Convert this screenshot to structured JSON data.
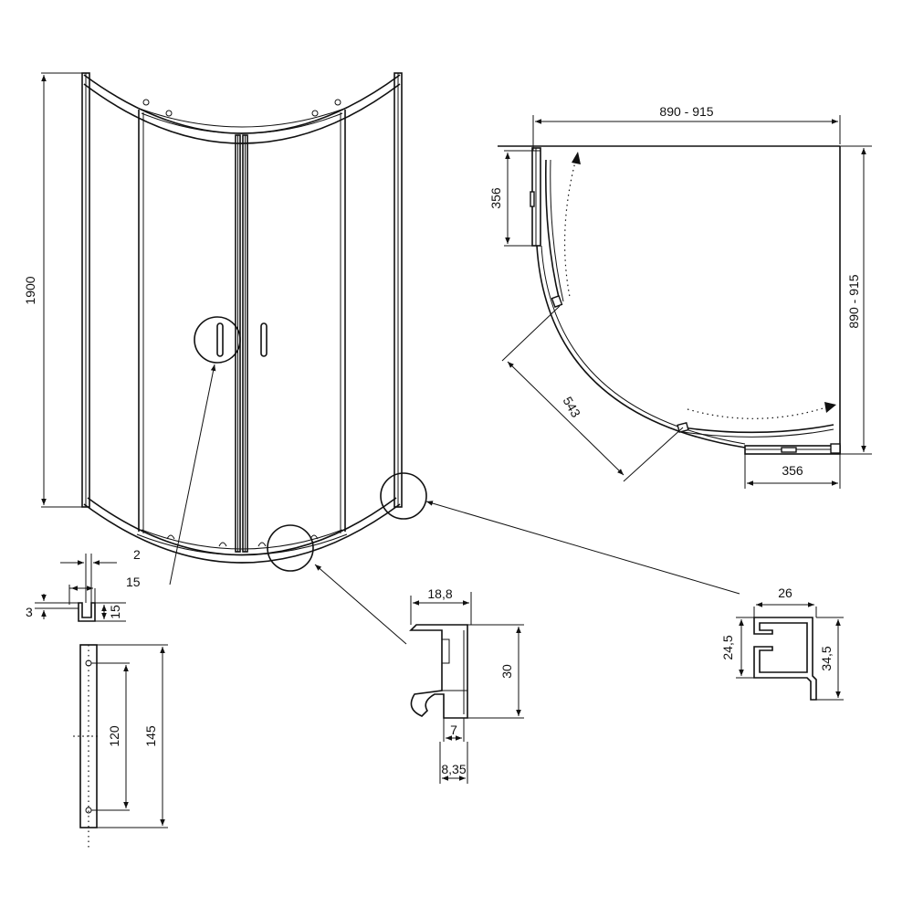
{
  "drawing": {
    "front_view": {
      "height_label": "1900"
    },
    "top_view": {
      "width_label": "890 - 915",
      "depth_label": "890 - 915",
      "side_label_left": "356",
      "side_label_bottom": "356",
      "opening_label": "543"
    },
    "handle_detail": {
      "dim_2": "2",
      "dim_15_top": "15",
      "dim_3": "3",
      "dim_15_side": "15",
      "dim_120": "120",
      "dim_145": "145"
    },
    "bottom_profile": {
      "dim_18_8": "18,8",
      "dim_30": "30",
      "dim_7": "7",
      "dim_8_35": "8,35"
    },
    "wall_profile": {
      "dim_26": "26",
      "dim_24_5": "24,5",
      "dim_34_5": "34,5"
    }
  }
}
